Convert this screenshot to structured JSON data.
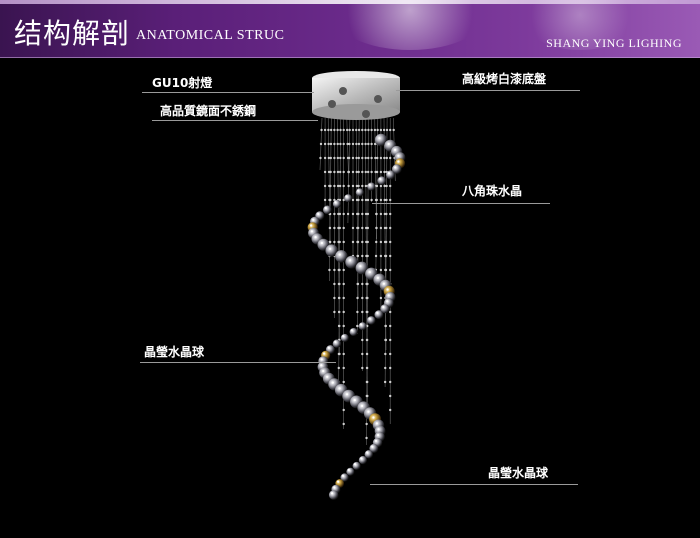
{
  "banner": {
    "title": "结构解剖",
    "subtitle": "ANATOMICAL STRUC",
    "brand": "SHANG YING  LIGHING"
  },
  "callouts": [
    {
      "id": "gu10",
      "label": "GU10射燈"
    },
    {
      "id": "steel",
      "label": "高品質鏡面不銹鋼"
    },
    {
      "id": "paint",
      "label": "高級烤白漆底盤"
    },
    {
      "id": "octagon",
      "label": "八角珠水晶"
    },
    {
      "id": "ball-left",
      "label": "晶瑩水晶球"
    },
    {
      "id": "ball-right",
      "label": "晶瑩水晶球"
    }
  ],
  "colors": {
    "banner_start": "#3a1450",
    "banner_end": "#9a5ab5",
    "background": "#000000",
    "leader_line": "#9a9a9a"
  }
}
